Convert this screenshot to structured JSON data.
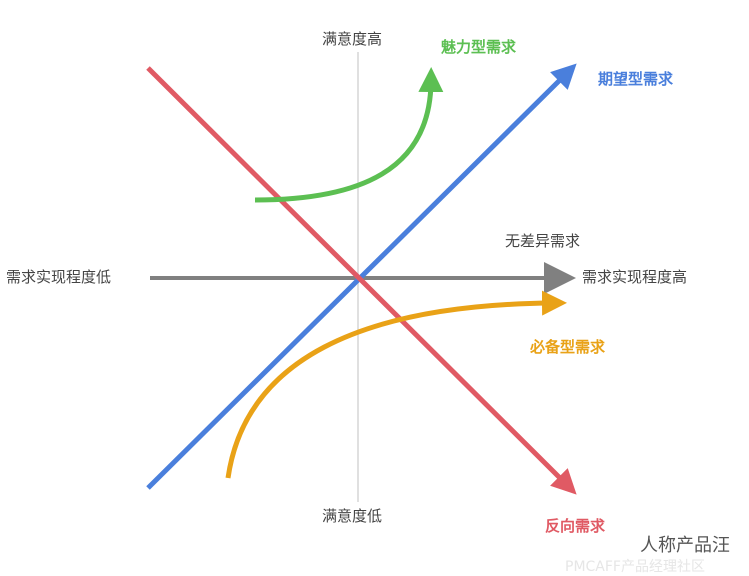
{
  "axes": {
    "y_high": "满意度高",
    "y_low": "满意度低",
    "x_low": "需求实现程度低",
    "x_high": "需求实现程度高"
  },
  "curves": {
    "attractive": {
      "label": "魅力型需求",
      "color": "#5cbf52"
    },
    "performance": {
      "label": "期望型需求",
      "color": "#4a7fdc"
    },
    "indifferent": {
      "label": "无差异需求",
      "color": "#808080"
    },
    "must_be": {
      "label": "必备型需求",
      "color": "#e9a217"
    },
    "reverse": {
      "label": "反向需求",
      "color": "#e05a64"
    }
  },
  "watermark": {
    "line1": "人称产品汪",
    "line2": "PMCAFF产品经理社区"
  }
}
